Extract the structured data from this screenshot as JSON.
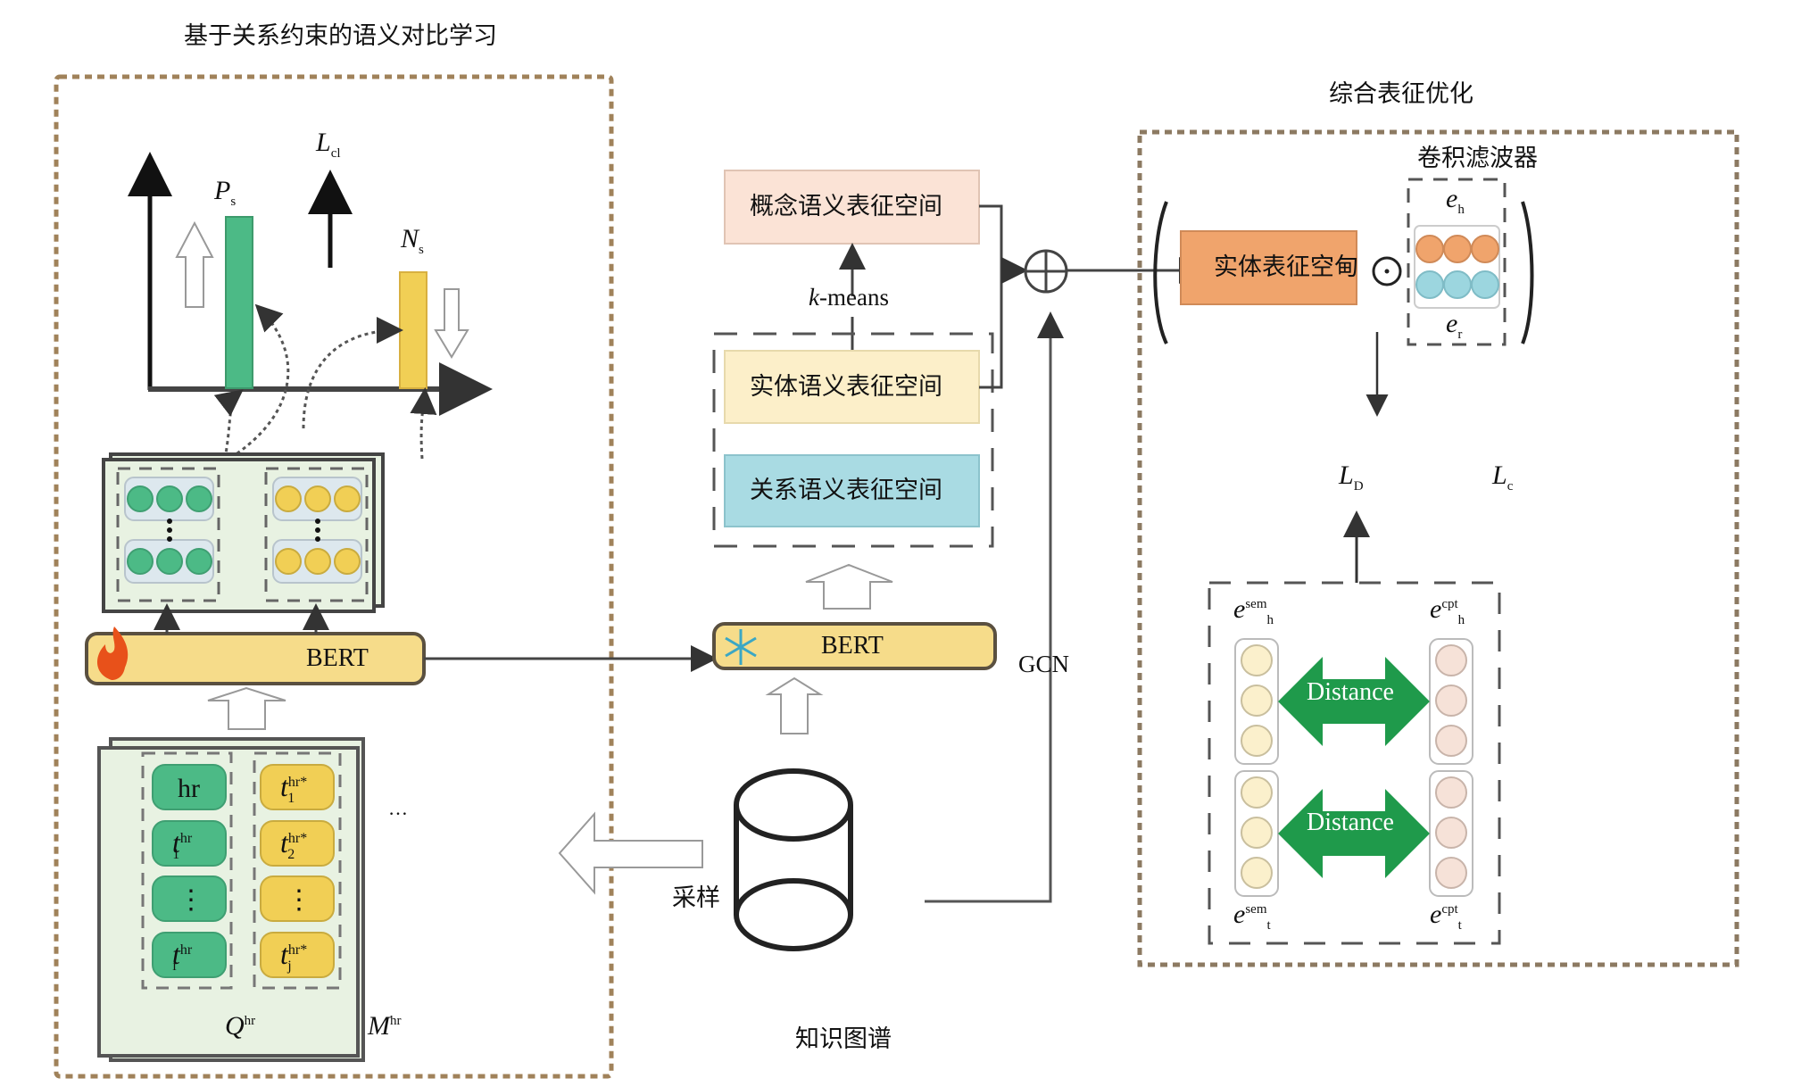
{
  "left_panel": {
    "title": "基于关系约束的语义对比学习",
    "loss_label": {
      "main": "L",
      "sub": "cl"
    },
    "pos_bar_label": {
      "main": "P",
      "sub": "s"
    },
    "neg_bar_label": {
      "main": "N",
      "sub": "s"
    },
    "bert_label": "BERT",
    "bert_icon": "fire-icon",
    "query_column": {
      "cells": [
        {
          "main": "hr",
          "sup": "",
          "sub": ""
        },
        {
          "main": "t",
          "sup": "hr",
          "sub": "1"
        },
        {
          "main": "⋮",
          "sup": "",
          "sub": ""
        },
        {
          "main": "t",
          "sup": "hr",
          "sub": "i"
        }
      ],
      "label": {
        "main": "Q",
        "sup": "hr"
      }
    },
    "memory_column": {
      "cells": [
        {
          "main": "t",
          "sup": "hr*",
          "sub": "1"
        },
        {
          "main": "t",
          "sup": "hr*",
          "sub": "2"
        },
        {
          "main": "⋮",
          "sup": "",
          "sub": ""
        },
        {
          "main": "t",
          "sup": "hr*",
          "sub": "j"
        }
      ],
      "label": {
        "main": "M",
        "sup": "hr"
      }
    },
    "ellipsis": "…"
  },
  "middle": {
    "concept_space": "概念语义表征空间",
    "kmeans_label": {
      "italic": "k",
      "rest": "-means"
    },
    "entity_space": "实体语义表征空间",
    "relation_space": "关系语义表征空间",
    "bert_label": "BERT",
    "bert_icon": "snowflake-icon",
    "kg_label": "知识图谱",
    "sampling_label": "采样",
    "gcn_label": "GCN"
  },
  "right_panel": {
    "title": "综合表征优化",
    "entity_space": "实体表征空甸",
    "conv_filter_label": "卷积滤波器",
    "eh_label": {
      "main": "e",
      "sub": "h"
    },
    "er_label": {
      "main": "e",
      "sub": "r"
    },
    "lc_label": {
      "main": "L",
      "sub": "c"
    },
    "ld_label": {
      "main": "L",
      "sub": "D"
    },
    "distance_label": "Distance",
    "e_h_sem": {
      "main": "e",
      "sup": "sem",
      "sub": "h"
    },
    "e_h_cpt": {
      "main": "e",
      "sup": "cpt",
      "sub": "h"
    },
    "e_t_sem": {
      "main": "e",
      "sup": "sem",
      "sub": "t"
    },
    "e_t_cpt": {
      "main": "e",
      "sup": "cpt",
      "sub": "t"
    }
  },
  "colors": {
    "green": "#4cba86",
    "yellow": "#f1cf55",
    "orange": "#f0a46c",
    "blue": "#9cd6df",
    "concept_fill": "#fbe3d6",
    "entity_fill": "#fcefc9",
    "relation_fill": "#a9dbe3",
    "bert_fill": "#f6dc8a",
    "panel_fill": "#e8f2e2",
    "distance_green": "#1f9a4b",
    "outer_dash": "#a0825a"
  }
}
